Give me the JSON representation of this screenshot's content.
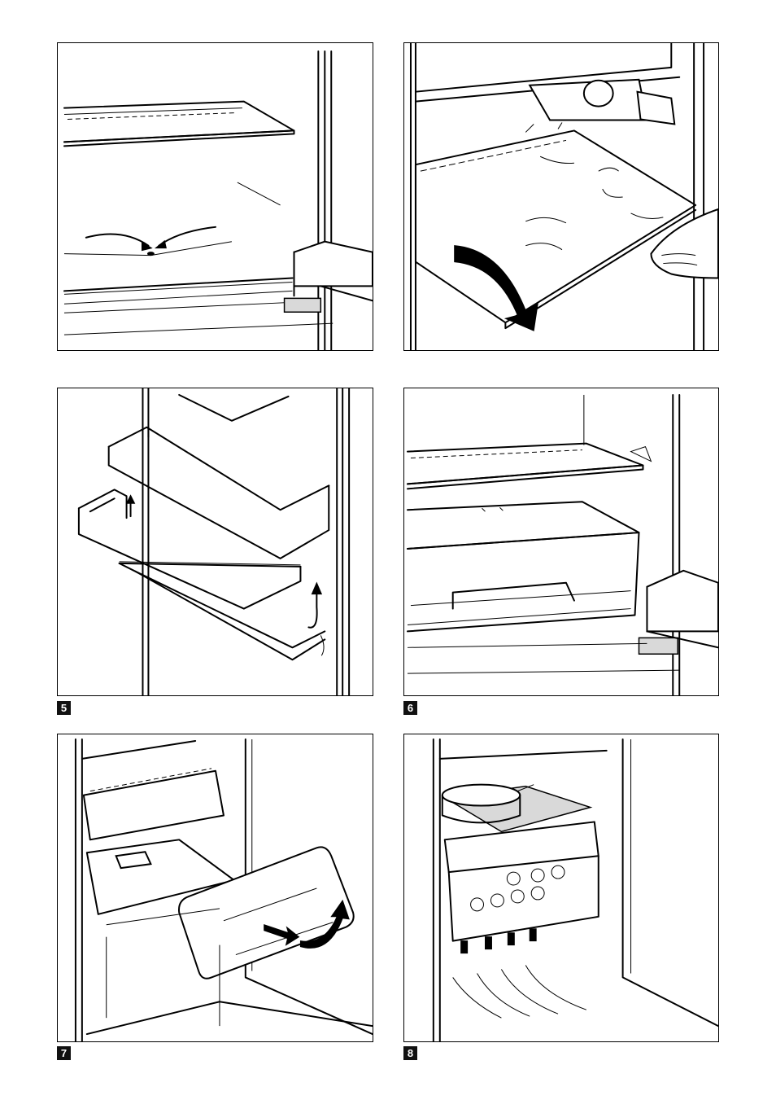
{
  "figures": [
    {
      "id": "fig-a",
      "number": ""
    },
    {
      "id": "fig-b",
      "number": ""
    },
    {
      "id": "fig-5",
      "number": "5"
    },
    {
      "id": "fig-6",
      "number": "6"
    },
    {
      "id": "fig-7",
      "number": "7"
    },
    {
      "id": "fig-8",
      "number": "8"
    }
  ]
}
